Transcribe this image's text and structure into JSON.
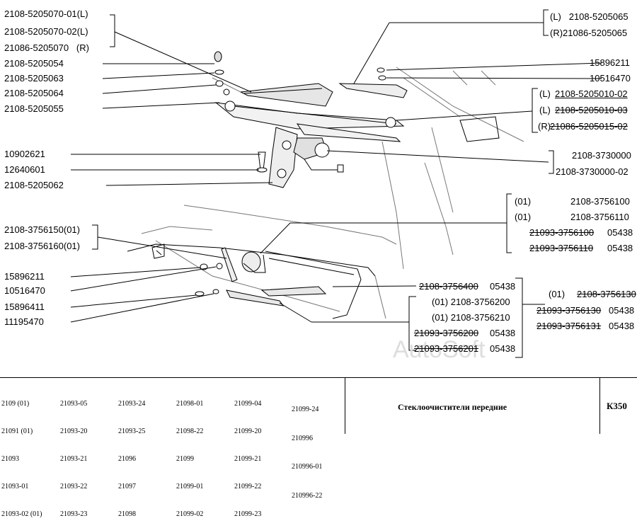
{
  "left_labels": [
    "2108-5205070-01(L)",
    "2108-5205070-02(L)",
    "21086-5205070   (R)",
    "2108-5205054",
    "2108-5205063",
    "2108-5205064",
    "2108-5205055",
    "10902621",
    "12640601",
    "2108-5205062",
    "2108-3756150(01)",
    "2108-3756160(01)",
    "15896211",
    "10516470",
    "15896411",
    "11195470"
  ],
  "right_top": {
    "blade_l": "(L)   2108-5205065",
    "blade_r": "(R)21086-5205065",
    "nut": "15896211",
    "washer": "10516470",
    "arm_l1_prefix": "(L)",
    "arm_l1_code": "2108-5205010-02",
    "arm_l2_prefix": "(L)",
    "arm_l2_code": "2108-5205010-03",
    "arm_r_prefix": "(R)",
    "arm_r_code": "21086-5205015-02",
    "motor1": "2108-3730000",
    "motor2": "2108-3730000-02"
  },
  "right_mid": [
    {
      "prefix": "(01)",
      "code": "2108-3756100",
      "strike": false
    },
    {
      "prefix": "(01)",
      "code": "2108-3756110",
      "strike": false
    },
    {
      "prefix": "",
      "code": "21093-3756100",
      "suffix": "05438",
      "strike": true
    },
    {
      "prefix": "",
      "code": "21093-3756110",
      "suffix": "05438",
      "strike": true
    }
  ],
  "lower_mid": [
    {
      "text": "2108-3756400",
      "suffix": "05438",
      "strike": true
    },
    {
      "text": "(01) 2108-3756200",
      "suffix": "",
      "strike": false
    },
    {
      "text": "(01) 2108-3756210",
      "suffix": "",
      "strike": false
    },
    {
      "text": "21093-3756200",
      "suffix": "05438",
      "strike": true
    },
    {
      "text": "21093-3756201",
      "suffix": "05438",
      "strike": true
    }
  ],
  "lower_right": [
    {
      "prefix": "(01)",
      "code": "2108-3756130",
      "suffix": "",
      "strike": true
    },
    {
      "prefix": "",
      "code": "21093-3756130",
      "suffix": "05438",
      "strike": true
    },
    {
      "prefix": "",
      "code": "21093-3756131",
      "suffix": "05438",
      "strike": true
    }
  ],
  "watermark": "AutoSoft",
  "footer": {
    "models_col1": [
      "2109 (01)",
      "21091 (01)",
      "21093",
      "21093-01",
      "21093-02 (01)"
    ],
    "models_col2": [
      "21093-05",
      "21093-20",
      "21093-21",
      "21093-22",
      "21093-23"
    ],
    "models_col3": [
      "21093-24",
      "21093-25",
      "21096",
      "21097",
      "21098"
    ],
    "models_col4": [
      "21098-01",
      "21098-22",
      "21099",
      "21099-01",
      "21099-02"
    ],
    "models_col5": [
      "21099-04",
      "21099-20",
      "21099-21",
      "21099-22",
      "21099-23"
    ],
    "models_col6": [
      "21099-24",
      "210996",
      "210996-01",
      "210996-22"
    ],
    "title": "Стеклоочистители передние",
    "sheet": "К350"
  }
}
